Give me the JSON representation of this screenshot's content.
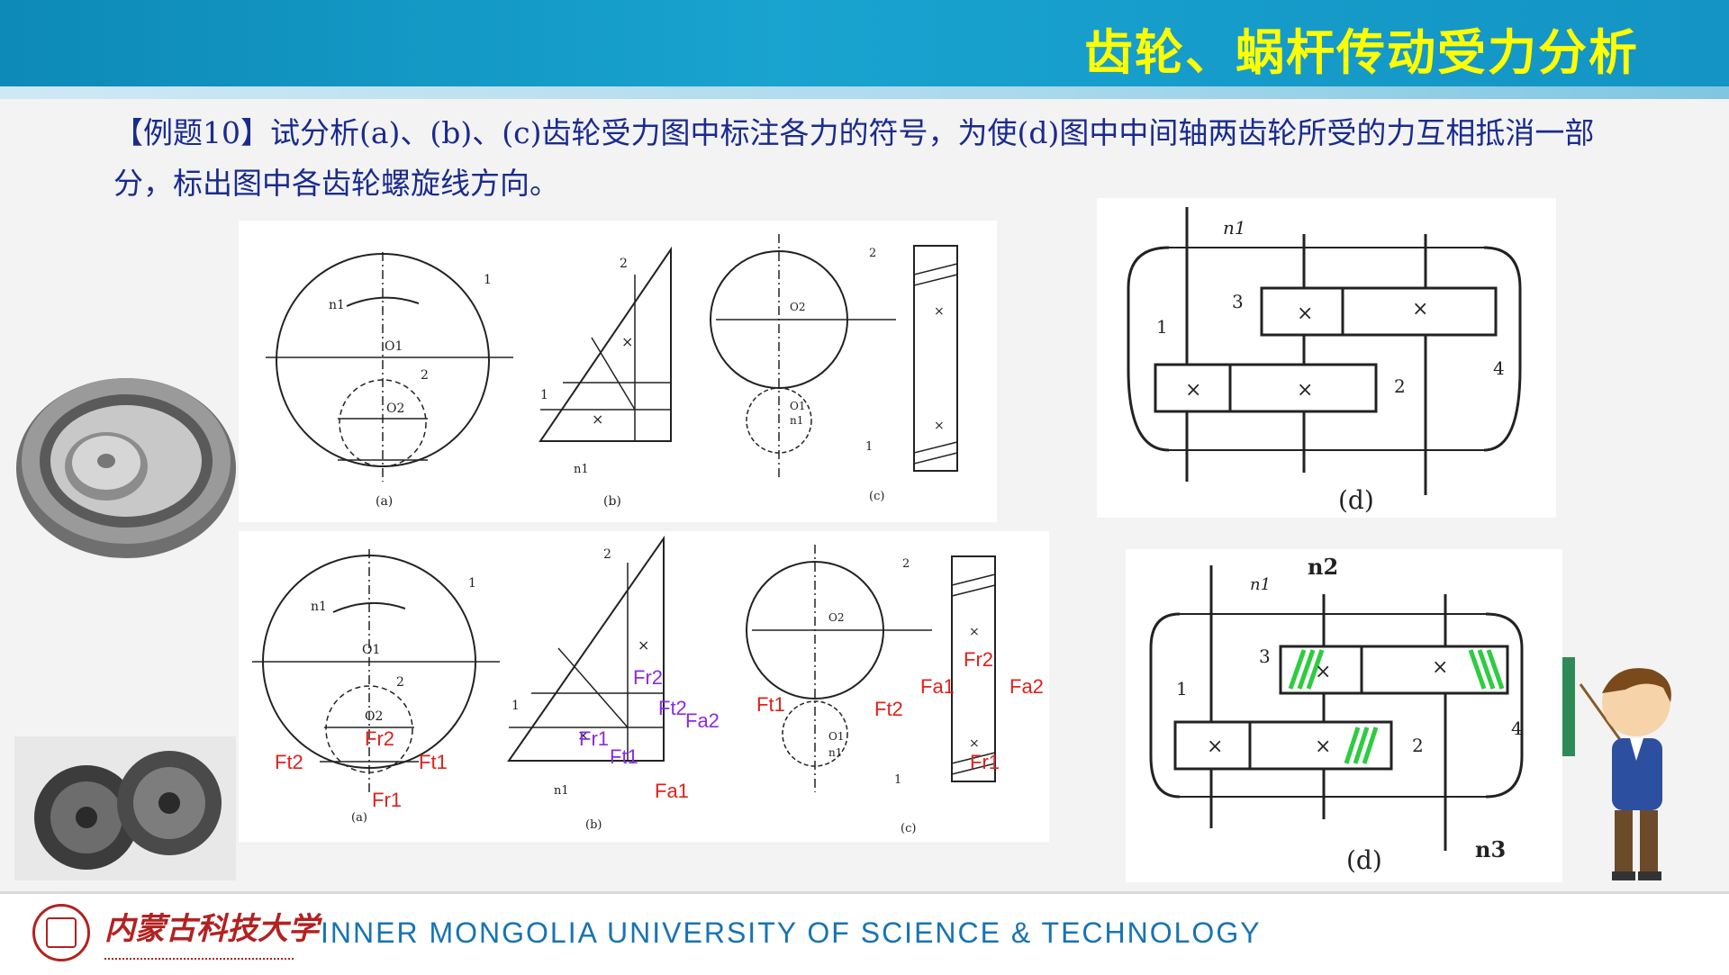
{
  "header": {
    "title": "齿轮、蜗杆传动受力分析"
  },
  "question": {
    "text": "【例题10】试分析(a)、(b)、(c)齿轮受力图中标注各力的符号，为使(d)图中中间轴两齿轮所受的力互相抵消一部分，标出图中各齿轮螺旋线方向。"
  },
  "figures": {
    "top": {
      "a": {
        "caption": "(a)",
        "n": "n1",
        "o1": "O1",
        "o2": "O2",
        "g1": "1",
        "g2": "2"
      },
      "b": {
        "caption": "(b)",
        "n": "n1",
        "g1": "1",
        "g2": "2"
      },
      "c": {
        "caption": "(c)",
        "o1": "O1",
        "o2": "O2",
        "n": "n1",
        "g1": "1",
        "g2": "2"
      },
      "d": {
        "caption": "(d)",
        "n": "n1",
        "g1": "1",
        "g2": "2",
        "g3": "3",
        "g4": "4"
      }
    },
    "bottom": {
      "a": {
        "caption": "(a)",
        "n": "n1",
        "o1": "O1",
        "o2": "O2",
        "g1": "1",
        "g2": "2",
        "Ft2": "Ft2",
        "Fr2": "Fr2",
        "Ft1": "Ft1",
        "Fr1": "Fr1"
      },
      "b": {
        "caption": "(b)",
        "n": "n1",
        "g1": "1",
        "g2": "2",
        "Fr2": "Fr2",
        "Ft2": "Ft2",
        "Fa2": "Fa2",
        "Fr1": "Fr1",
        "Ft1": "Ft1",
        "Fa1": "Fa1"
      },
      "c": {
        "caption": "(c)",
        "o1": "O1",
        "o2": "O2",
        "n": "n1",
        "g1": "1",
        "g2": "2",
        "Ft1": "Ft1",
        "Ft2": "Ft2",
        "Fa1": "Fa1",
        "Fr2": "Fr2",
        "Fa2": "Fa2",
        "Fr1": "Fr1"
      },
      "d": {
        "caption": "(d)",
        "n": "n1",
        "n2": "n2",
        "n3": "n3",
        "g1": "1",
        "g2": "2",
        "g3": "3",
        "g4": "4"
      }
    }
  },
  "footer": {
    "university_cn": "内蒙古科技大学",
    "university_en": "INNER MONGOLIA UNIVERSITY OF SCIENCE & TECHNOLOGY"
  },
  "colors": {
    "title": "#ffff00",
    "question": "#1a2b8e",
    "force_red": "#e0201c",
    "force_purple": "#8a2be2",
    "helix_green": "#2ecc40",
    "footer_text": "#1773b3"
  }
}
